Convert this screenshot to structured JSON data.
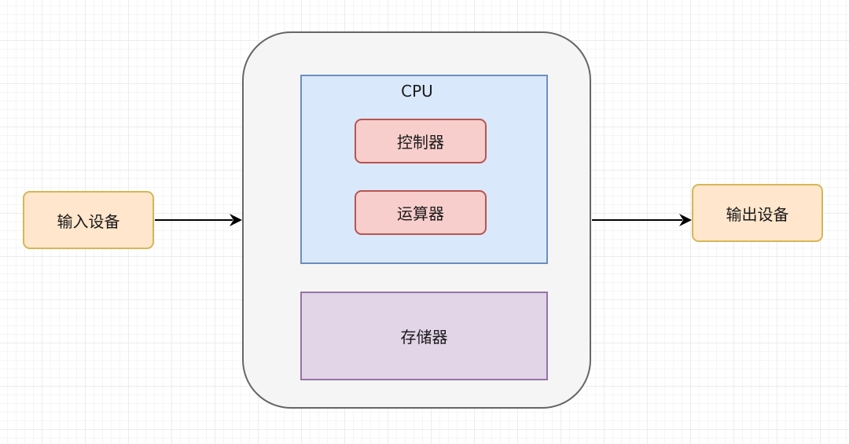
{
  "diagram": {
    "input_device": "输入设备",
    "output_device": "输出设备",
    "cpu": {
      "title": "CPU",
      "controller": "控制器",
      "alu": "运算器"
    },
    "memory": "存储器"
  },
  "colors": {
    "io_fill": "#ffe6cc",
    "io_stroke": "#d6b656",
    "computer_fill": "#f5f5f5",
    "computer_stroke": "#666666",
    "cpu_fill": "#dae8fc",
    "cpu_stroke": "#6c8ebf",
    "unit_fill": "#f8cecc",
    "unit_stroke": "#b85450",
    "memory_fill": "#e1d5e7",
    "memory_stroke": "#9673a6",
    "arrow": "#000000"
  }
}
